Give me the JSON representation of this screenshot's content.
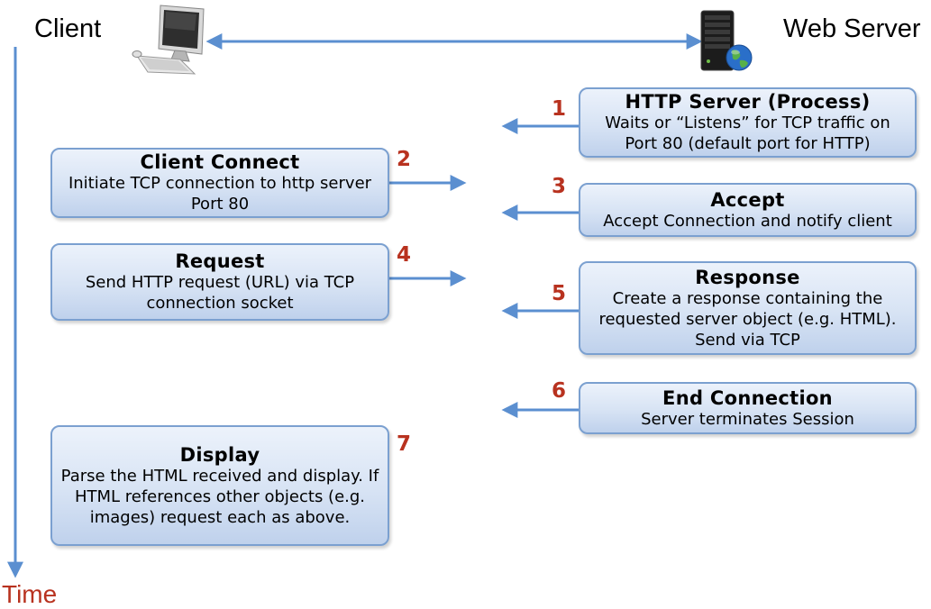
{
  "header": {
    "client_label": "Client",
    "server_label": "Web Server"
  },
  "time_label": "Time",
  "steps": [
    {
      "number": "1",
      "title": "HTTP Server (Process)",
      "body": "Waits or “Listens” for TCP traffic on Port 80 (default port for HTTP)"
    },
    {
      "number": "2",
      "title": "Client Connect",
      "body": "Initiate TCP connection to http server Port 80"
    },
    {
      "number": "3",
      "title": "Accept",
      "body": "Accept Connection and notify client"
    },
    {
      "number": "4",
      "title": "Request",
      "body": "Send HTTP request (URL) via TCP connection socket"
    },
    {
      "number": "5",
      "title": "Response",
      "body": "Create a response containing the requested server object (e.g. HTML). Send via TCP"
    },
    {
      "number": "6",
      "title": "End Connection",
      "body": "Server terminates Session"
    },
    {
      "number": "7",
      "title": "Display",
      "body": "Parse the HTML received and display. If HTML references other objects (e.g. images) request each as above."
    }
  ],
  "icons": {
    "client": "desktop-computer-icon",
    "server": "web-server-globe-icon"
  },
  "colors": {
    "arrow": "#5b8fd0",
    "step_number": "#b8321f",
    "box_border": "#7ba0d0",
    "box_fill": "#d7e3f4"
  }
}
